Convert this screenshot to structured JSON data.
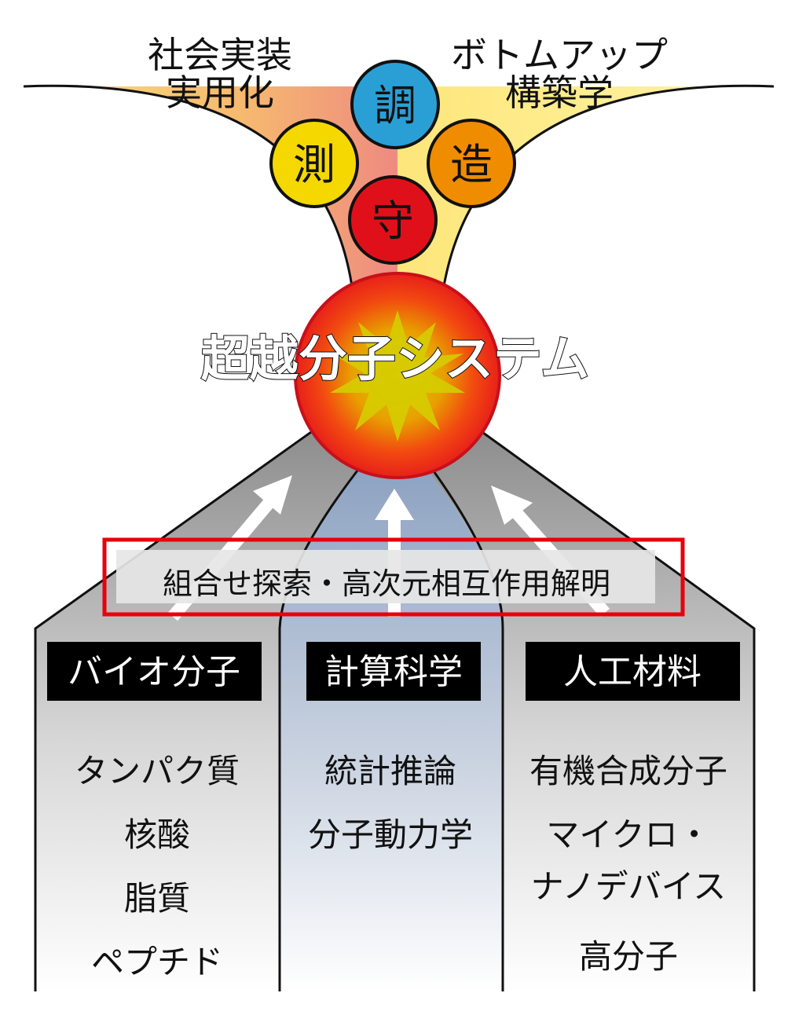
{
  "top": {
    "left_line1": "社会実装",
    "left_line2": "実用化",
    "right_line1": "ボトムアップ",
    "right_line2": "構築学"
  },
  "circles": [
    {
      "label": "調",
      "color": "#2a9fd6"
    },
    {
      "label": "測",
      "color": "#f5d800"
    },
    {
      "label": "造",
      "color": "#f08c00"
    },
    {
      "label": "守",
      "color": "#e0101a"
    }
  ],
  "core": {
    "label": "超越分子システム"
  },
  "banner": {
    "label": "組合せ探索・高次元相互作用解明",
    "border_color": "#e8000b"
  },
  "columns": [
    {
      "header": "バイオ分子",
      "items": [
        "タンパク質",
        "核酸",
        "脂質",
        "ペプチド"
      ]
    },
    {
      "header": "計算科学",
      "items": [
        "統計推論",
        "分子動力学"
      ]
    },
    {
      "header": "人工材料",
      "items": [
        "有機合成分子",
        "マイクロ・",
        "ナノデバイス",
        "高分子"
      ]
    }
  ]
}
